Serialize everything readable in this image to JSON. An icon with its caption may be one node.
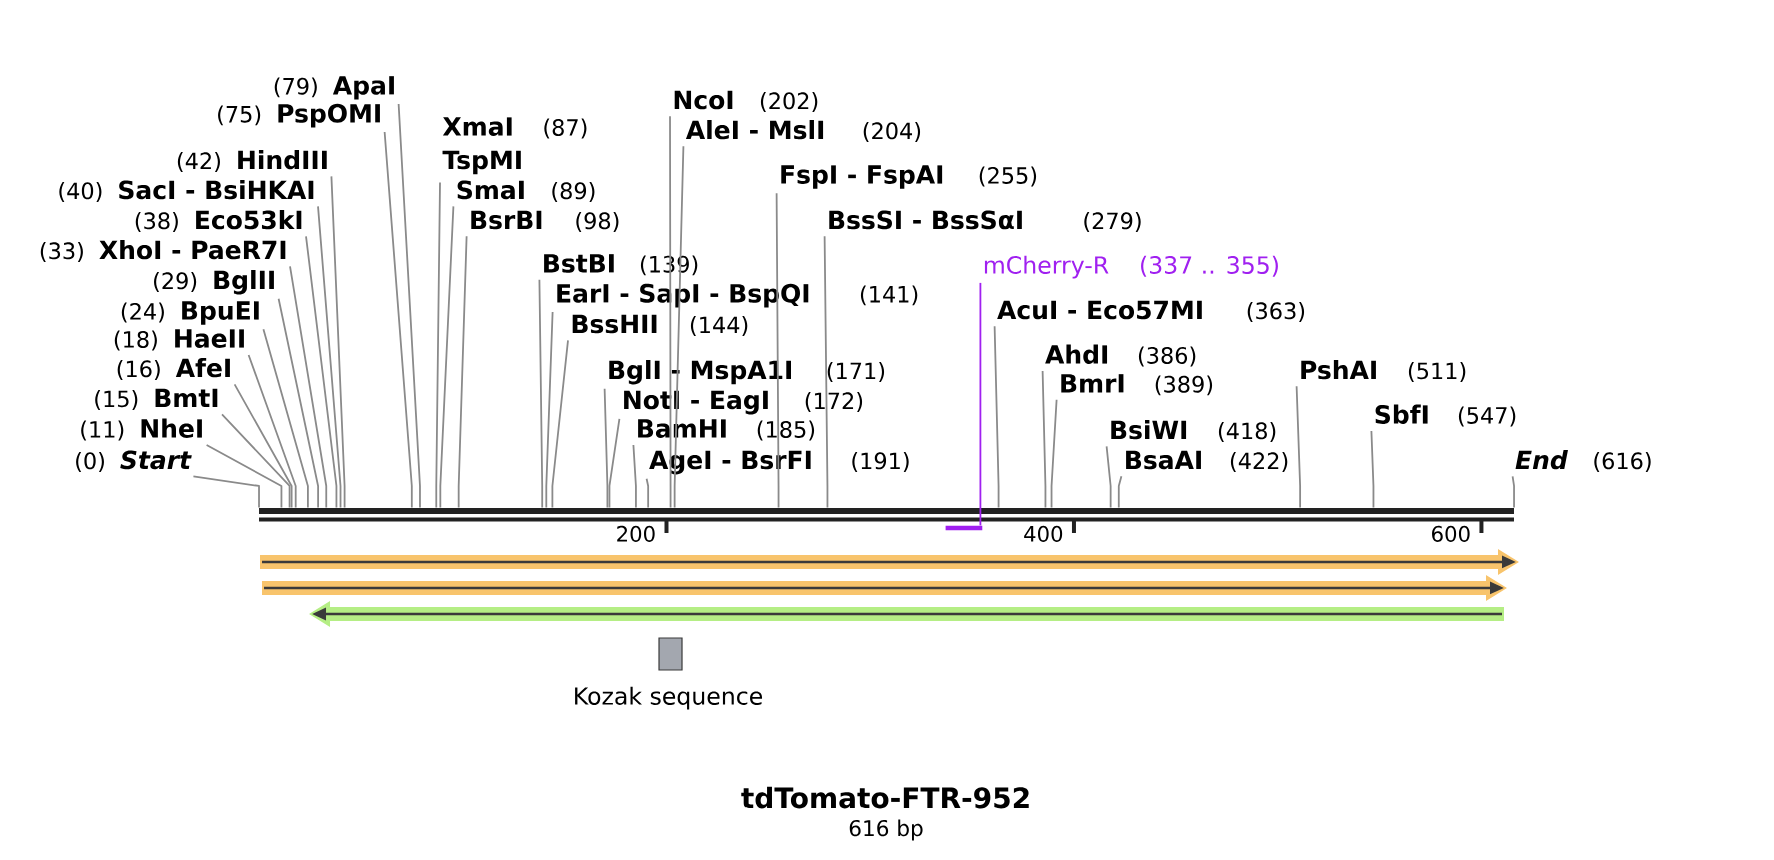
{
  "diagram": {
    "title": "tdTomato-FTR-952",
    "caption": "616 bp",
    "nodes": [
      {
        "text": [
          "(0)",
          "Start"
        ]
      },
      {
        "text": [
          "(11)",
          "NheI"
        ]
      },
      {
        "text": [
          "(15)",
          "BmtI"
        ]
      },
      {
        "text": [
          "(16)",
          "AfeI"
        ]
      },
      {
        "text": [
          "(18)",
          "HaeII"
        ]
      },
      {
        "text": [
          "(24)",
          "BpuEI"
        ]
      },
      {
        "text": [
          "(29)",
          "BglII"
        ]
      },
      {
        "text": [
          "(33)",
          "XhoI - PaeR7I"
        ]
      },
      {
        "text": [
          "(38)",
          "Eco53kI"
        ]
      },
      {
        "text": [
          "(40)",
          "SacI - BsiHKAI"
        ]
      },
      {
        "text": [
          "(42)",
          "HindIII"
        ]
      },
      {
        "text": [
          "(75)",
          "PspOMI"
        ]
      },
      {
        "text": [
          "(79)",
          "ApaI"
        ]
      },
      {
        "text": [
          "XmaI",
          "(87)",
          "TspMI"
        ]
      },
      {
        "text": [
          "SmaI",
          "(89)"
        ]
      },
      {
        "text": [
          "BsrBI",
          "(98)"
        ]
      },
      {
        "text": [
          "BstBI",
          "(139)"
        ]
      },
      {
        "text": [
          "EarI - SapI - BspQI",
          "(141)"
        ]
      },
      {
        "text": [
          "BssHII",
          "(144)"
        ]
      },
      {
        "text": [
          "BglI - MspA1I",
          "(171)"
        ]
      },
      {
        "text": [
          "NotI - EagI",
          "(172)"
        ]
      },
      {
        "text": [
          "BamHI",
          "(185)"
        ]
      },
      {
        "text": [
          "AgeI - BsrFI",
          "(191)"
        ]
      },
      {
        "text": [
          "NcoI",
          "(202)"
        ]
      },
      {
        "text": [
          "AleI - MslI",
          "(204)"
        ]
      },
      {
        "text": [
          "FspI - FspAI",
          "(255)"
        ]
      },
      {
        "text": [
          "BssSI - BssSαI",
          "(279)"
        ]
      },
      {
        "text": [
          "mCherry-R",
          "(337 .. 355)"
        ]
      },
      {
        "text": [],
        "shape": "bar"
      },
      {
        "text": [
          "AcuI - Eco57MI",
          "(363)"
        ]
      },
      {
        "text": [
          "AhdI",
          "(386)"
        ]
      },
      {
        "text": [
          "BmrI",
          "(389)"
        ]
      },
      {
        "text": [
          "BsiWI",
          "(418)"
        ]
      },
      {
        "text": [
          "BsaAI",
          "(422)"
        ]
      },
      {
        "text": [
          "PshAI",
          "(511)"
        ]
      },
      {
        "text": [
          "SbfI",
          "(547)"
        ]
      },
      {
        "text": [
          "End",
          "(616)"
        ]
      },
      {
        "text": [],
        "shape": "bar"
      },
      {
        "text": [
          "Kozak sequence"
        ]
      }
    ],
    "edges": [
      {
        "from": 0,
        "to": 28,
        "arrow": "none"
      },
      {
        "from": 1,
        "to": 28,
        "arrow": "none"
      },
      {
        "from": 2,
        "to": 28,
        "arrow": "none"
      },
      {
        "from": 3,
        "to": 28,
        "arrow": "none"
      },
      {
        "from": 4,
        "to": 28,
        "arrow": "none"
      },
      {
        "from": 5,
        "to": 28,
        "arrow": "none"
      },
      {
        "from": 6,
        "to": 28,
        "arrow": "none"
      },
      {
        "from": 7,
        "to": 28,
        "arrow": "none"
      },
      {
        "from": 8,
        "to": 28,
        "arrow": "none"
      },
      {
        "from": 9,
        "to": 28,
        "arrow": "none"
      },
      {
        "from": 10,
        "to": 28,
        "arrow": "none"
      },
      {
        "from": 11,
        "to": 28,
        "arrow": "none"
      },
      {
        "from": 12,
        "to": 28,
        "arrow": "none"
      },
      {
        "from": 13,
        "to": 28,
        "arrow": "none"
      },
      {
        "from": 14,
        "to": 28,
        "arrow": "none"
      },
      {
        "from": 15,
        "to": 28,
        "arrow": "none"
      },
      {
        "from": 16,
        "to": 28,
        "arrow": "none"
      },
      {
        "from": 17,
        "to": 28,
        "arrow": "none"
      },
      {
        "from": 18,
        "to": 28,
        "arrow": "none"
      },
      {
        "from": 19,
        "to": 28,
        "arrow": "none"
      },
      {
        "from": 20,
        "to": 28,
        "arrow": "none"
      },
      {
        "from": 21,
        "to": 28,
        "arrow": "none"
      },
      {
        "from": 22,
        "to": 28,
        "arrow": "none"
      },
      {
        "from": 23,
        "to": 28,
        "arrow": "none"
      },
      {
        "from": 24,
        "to": 28,
        "arrow": "none"
      },
      {
        "from": 25,
        "to": 28,
        "arrow": "none"
      },
      {
        "from": 26,
        "to": 28,
        "arrow": "none"
      },
      {
        "from": 27,
        "to": 37,
        "arrow": "none",
        "color": "#a020f0"
      },
      {
        "from": 29,
        "to": 28,
        "arrow": "none"
      },
      {
        "from": 30,
        "to": 28,
        "arrow": "none"
      },
      {
        "from": 31,
        "to": 28,
        "arrow": "none"
      },
      {
        "from": 32,
        "to": 28,
        "arrow": "none"
      },
      {
        "from": 33,
        "to": 28,
        "arrow": "none"
      },
      {
        "from": 34,
        "to": 28,
        "arrow": "none"
      },
      {
        "from": 35,
        "to": 28,
        "arrow": "none"
      },
      {
        "from": 36,
        "to": 28,
        "arrow": "none"
      }
    ],
    "labels": [
      "200",
      "400",
      "600"
    ]
  }
}
